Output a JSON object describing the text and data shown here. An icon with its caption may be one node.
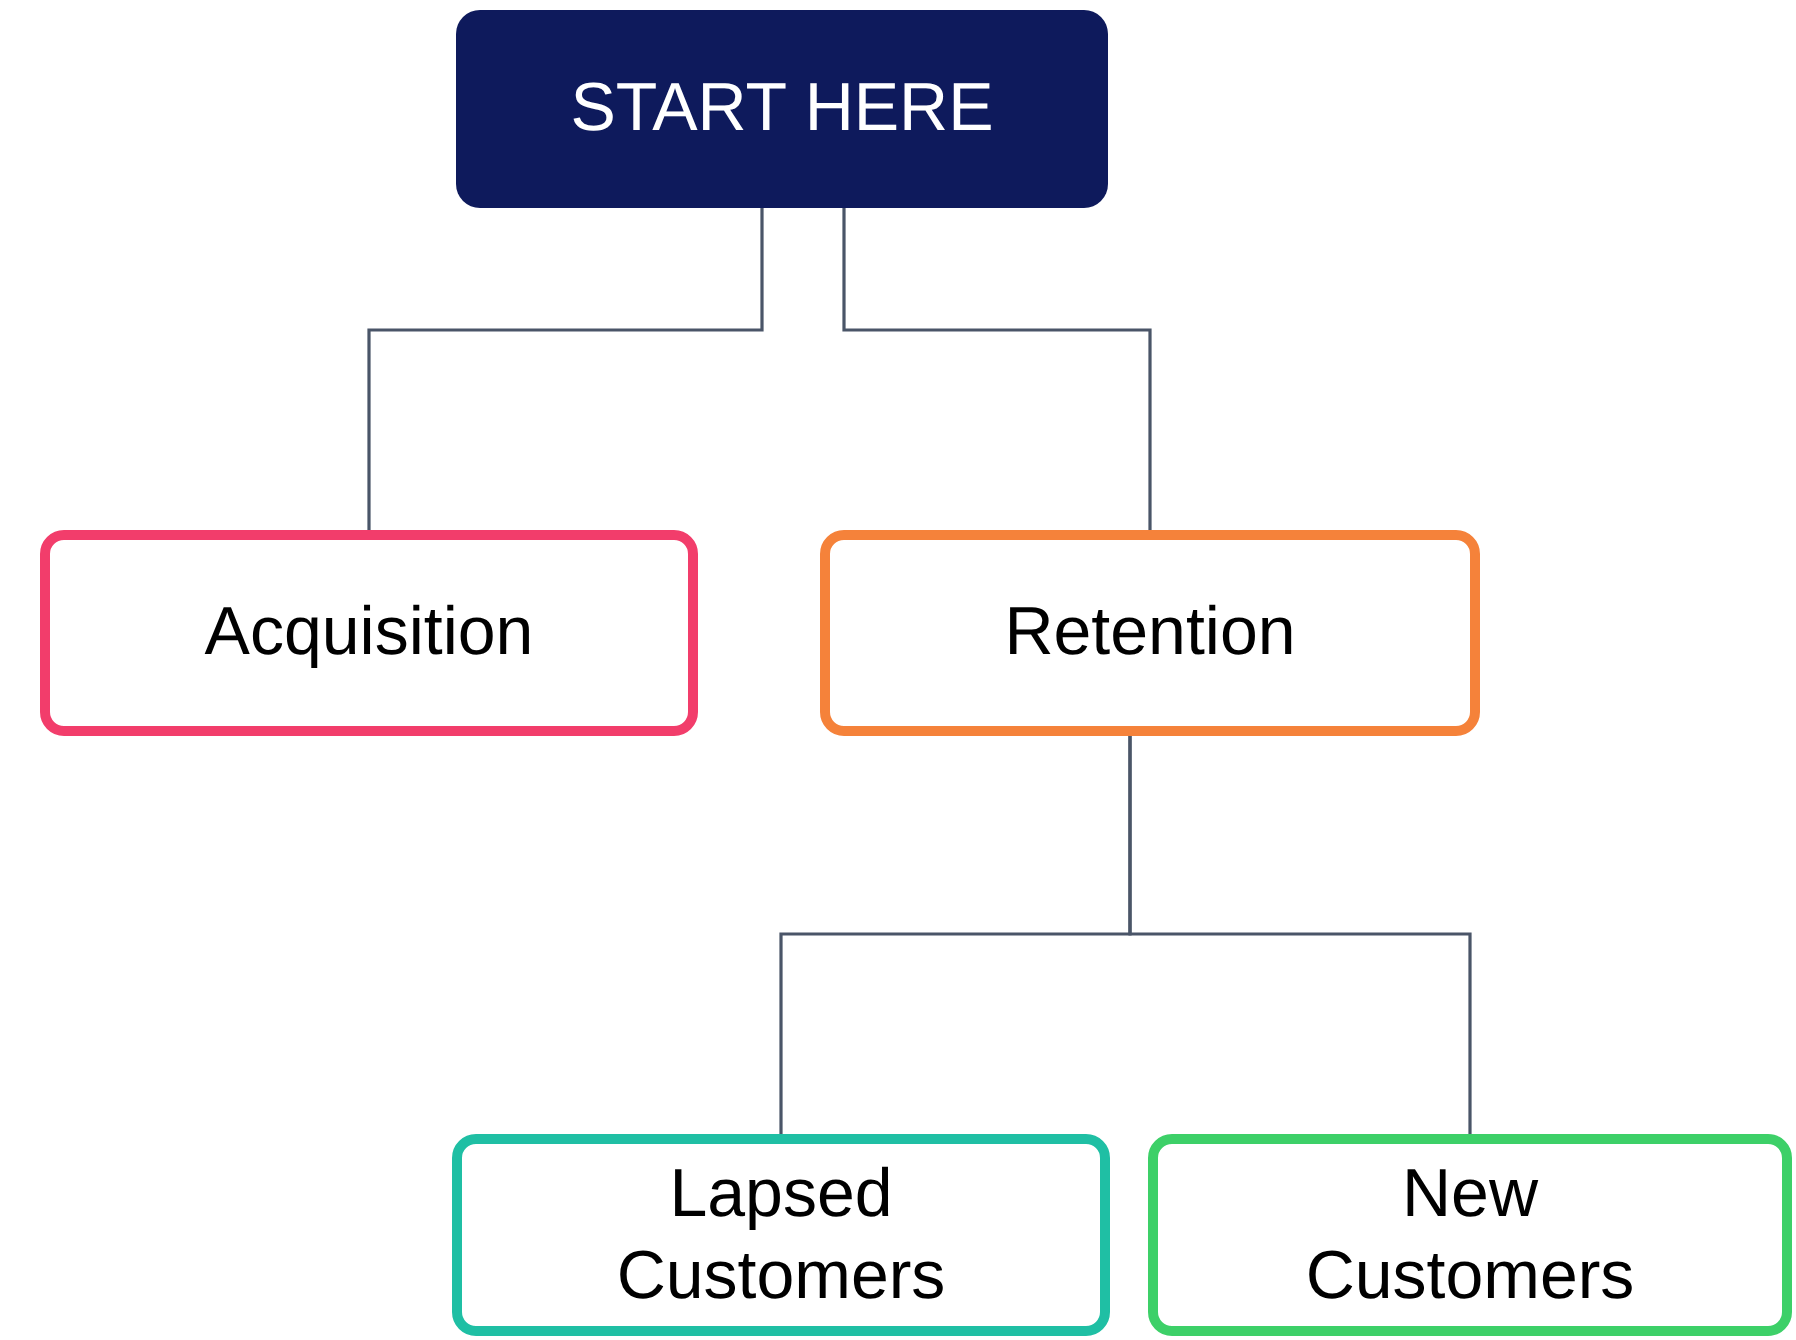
{
  "diagram": {
    "nodes": [
      {
        "text": [
          "START HERE"
        ]
      },
      {
        "text": [
          "Acquisition"
        ]
      },
      {
        "text": [
          "Retention"
        ]
      },
      {
        "text": [
          "Lapsed Customers"
        ]
      },
      {
        "text": [
          "New Customers"
        ]
      }
    ],
    "edges": [
      {
        "from": 0,
        "to": 1,
        "arrow": "none"
      },
      {
        "from": 0,
        "to": 2,
        "arrow": "none"
      },
      {
        "from": 2,
        "to": 3,
        "arrow": "none"
      },
      {
        "from": 2,
        "to": 4,
        "arrow": "none"
      }
    ]
  }
}
